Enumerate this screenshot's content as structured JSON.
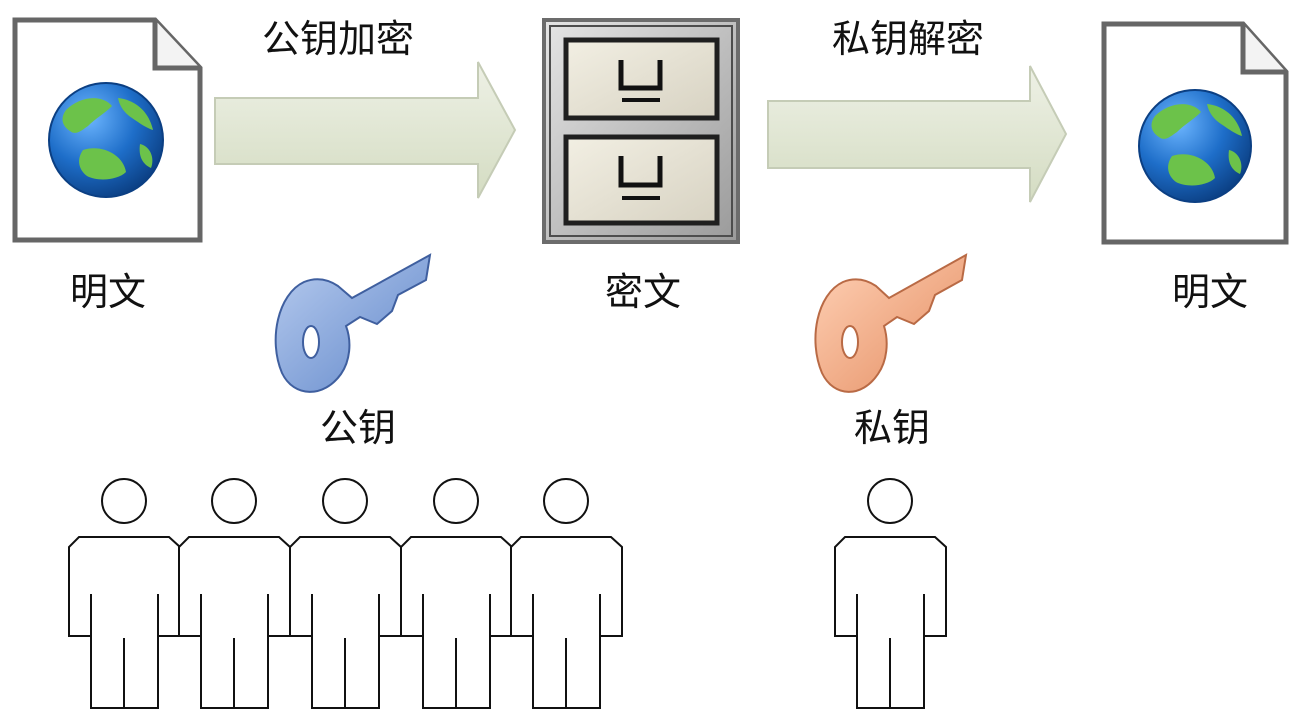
{
  "labels": {
    "plaintext_left": "明文",
    "encrypt_action": "公钥加密",
    "ciphertext": "密文",
    "decrypt_action": "私钥解密",
    "plaintext_right": "明文",
    "public_key": "公钥",
    "private_key": "私钥"
  },
  "icons": {
    "plaintext_document": "document-globe-icon",
    "cipher_cabinet": "file-cabinet-icon",
    "public_key": "key-icon",
    "private_key": "key-icon",
    "public_group": "people-group-icon",
    "private_owner": "person-icon"
  },
  "colors": {
    "arrow_fill": "#dfe5d2",
    "public_key_color": "#8fb0e6",
    "private_key_color": "#f2b08d",
    "globe_ocean": "#1e6ec9",
    "globe_land": "#6cc24a"
  },
  "people": {
    "public_group_count": 5,
    "private_owner_count": 1
  }
}
